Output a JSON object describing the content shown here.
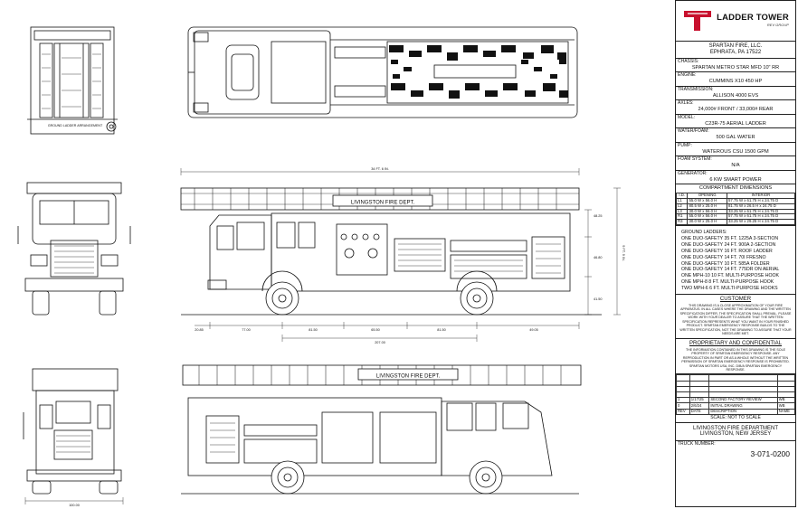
{
  "brand": {
    "name": "LADDER TOWER",
    "sub": "REV GROUP",
    "accent": "#c8102e"
  },
  "manufacturer": {
    "name": "SPARTAN FIRE, LLC.",
    "location": "EPHRATA, PA 17522"
  },
  "specs": [
    {
      "label": "CHASSIS:",
      "value": "SPARTAN METRO STAR MFD 10\" RR"
    },
    {
      "label": "ENGINE:",
      "value": "CUMMINS X10 450 HP"
    },
    {
      "label": "TRANSMISSION:",
      "value": "ALLISON 4000 EVS"
    },
    {
      "label": "AXLES:",
      "value": "24,000# FRONT / 33,000# REAR"
    },
    {
      "label": "MODEL:",
      "value": "C23R-75 AERIAL LADDER"
    },
    {
      "label": "WATER/FOAM:",
      "value": "500 GAL WATER"
    },
    {
      "label": "PUMP:",
      "value": "WATEROUS CSU 1500 GPM"
    },
    {
      "label": "FOAM SYSTEM:",
      "value": "N/A"
    },
    {
      "label": "GENERATOR:",
      "value": "6 KW SMART POWER"
    }
  ],
  "compartments": {
    "title": "COMPARTMENT DIMENSIONS",
    "headers": [
      "I.D.",
      "OPENING",
      "INTERIOR"
    ],
    "rows": [
      [
        "L1",
        "55.0 W x 56.0 H",
        "57.75 W x 61.75 H x 24.75 D"
      ],
      [
        "L2",
        "80.5 W x 25.0 H",
        "81.75 W x 26.5 H x 24.75 D"
      ],
      [
        "L3",
        "30.0 W x 56.0 H",
        "33.25 W x 61.75 H x 24.75 D"
      ],
      [
        "R1",
        "55.0 W x 56.0 H",
        "57.75 W x 61.75 H x 24.75 D"
      ],
      [
        "R3",
        "30.0 W x 25.0 H",
        "33.25 W x 29.25 H x 24.75 D"
      ]
    ]
  },
  "ground_ladders": {
    "title": "GROUND LADDERS:",
    "items": [
      "ONE DUO-SAFETY 35 FT. 1225A 3-SECTION",
      "ONE DUO-SAFETY 24 FT. 900A 2-SECTION",
      "ONE DUO-SAFETY 16 FT. ROOF LADDER",
      "ONE DUO-SAFETY 14 FT. 70I FRESNO",
      "ONE DUO-SAFETY 10 FT. 585A FOLDER",
      "ONE DUO-SAFETY 14 FT. 775DR ON AERIAL",
      "ONE MPH-10 10 FT. MULTI-PURPOSE HOOK",
      "ONE MPH-8 8 FT. MULTI-PURPOSE HOOK",
      "TWO MPH-6 6 FT. MULTI-PURPOSE HOOKS"
    ]
  },
  "customer_note": {
    "title": "CUSTOMER",
    "text": "THIS DRAWING IS A CLOSE APPROXIMATION OF YOUR FIRE APPARATUS. IN ALL CASES WHERE THE DRAWING AND THE WRITTEN SPECIFICATION DIFFER, THE SPECIFICATION SHALL PREVAIL. PLEASE WORK WITH YOUR DEALER TO ASSURE THAT THE WRITTEN SPECIFICATION REPRESENTS WHAT YOU WANT IN YOUR FINISHED PRODUCT. SPARTAN EMERGENCY RESPONSE BUILDS TO THE WRITTEN SPECIFICATION, NOT THE DRAWING TO ASSURE THAT YOUR NEEDS ARE MET."
  },
  "proprietary_note": {
    "title": "PROPRIETARY AND CONFIDENTIAL",
    "text": "THE INFORMATION CONTAINED IN THIS DRAWING IS THE SOLE PROPERTY OF SPARTAN EMERGENCY RESPONSE. ANY REPRODUCTION IN PART OR AS A WHOLE WITHOUT THE WRITTEN PERMISSION OF SPARTAN EMERGENCY RESPONSE IS PROHIBITED. SPARTAN MOTORS USA, INC. D/B/A SPARTAN EMERGENCY RESPONSE."
  },
  "revisions": {
    "headers": [
      "REV",
      "DATE",
      "DESCRIPTION",
      "NAME"
    ],
    "rows": [
      [
        "1",
        "1/17/25",
        "SECOND FACTORY REVIEW",
        "WB"
      ],
      [
        "0",
        "2/6/24",
        "INITIAL DRAWING",
        "WB"
      ]
    ]
  },
  "scale": "SCALE: NOT TO SCALE",
  "customer": {
    "name": "LIVINGSTON FIRE DEPARTMENT",
    "location": "LIVINGSTON, NEW JERSEY"
  },
  "truck": {
    "label": "TRUCK NUMBER:",
    "number": "3-071-0200"
  },
  "drawing": {
    "body_lettering": "LIVINGSTON FIRE DEPT.",
    "rear_view_label": "GROUND LADDER ARRANGEMENT",
    "dim_overall_length": "34 FT. 6 IN.",
    "dim_overall_height": "9 FT. 9 IN.",
    "dims_vertical": [
      "48.25",
      "46.80",
      "41.50"
    ],
    "dims_horizontal": [
      "77.00",
      "81.50",
      "65.50",
      "81.50"
    ],
    "dims_bottom_total": "207.00",
    "dims_small": [
      "20.85",
      "49.05"
    ],
    "dim_width": "100.00"
  }
}
